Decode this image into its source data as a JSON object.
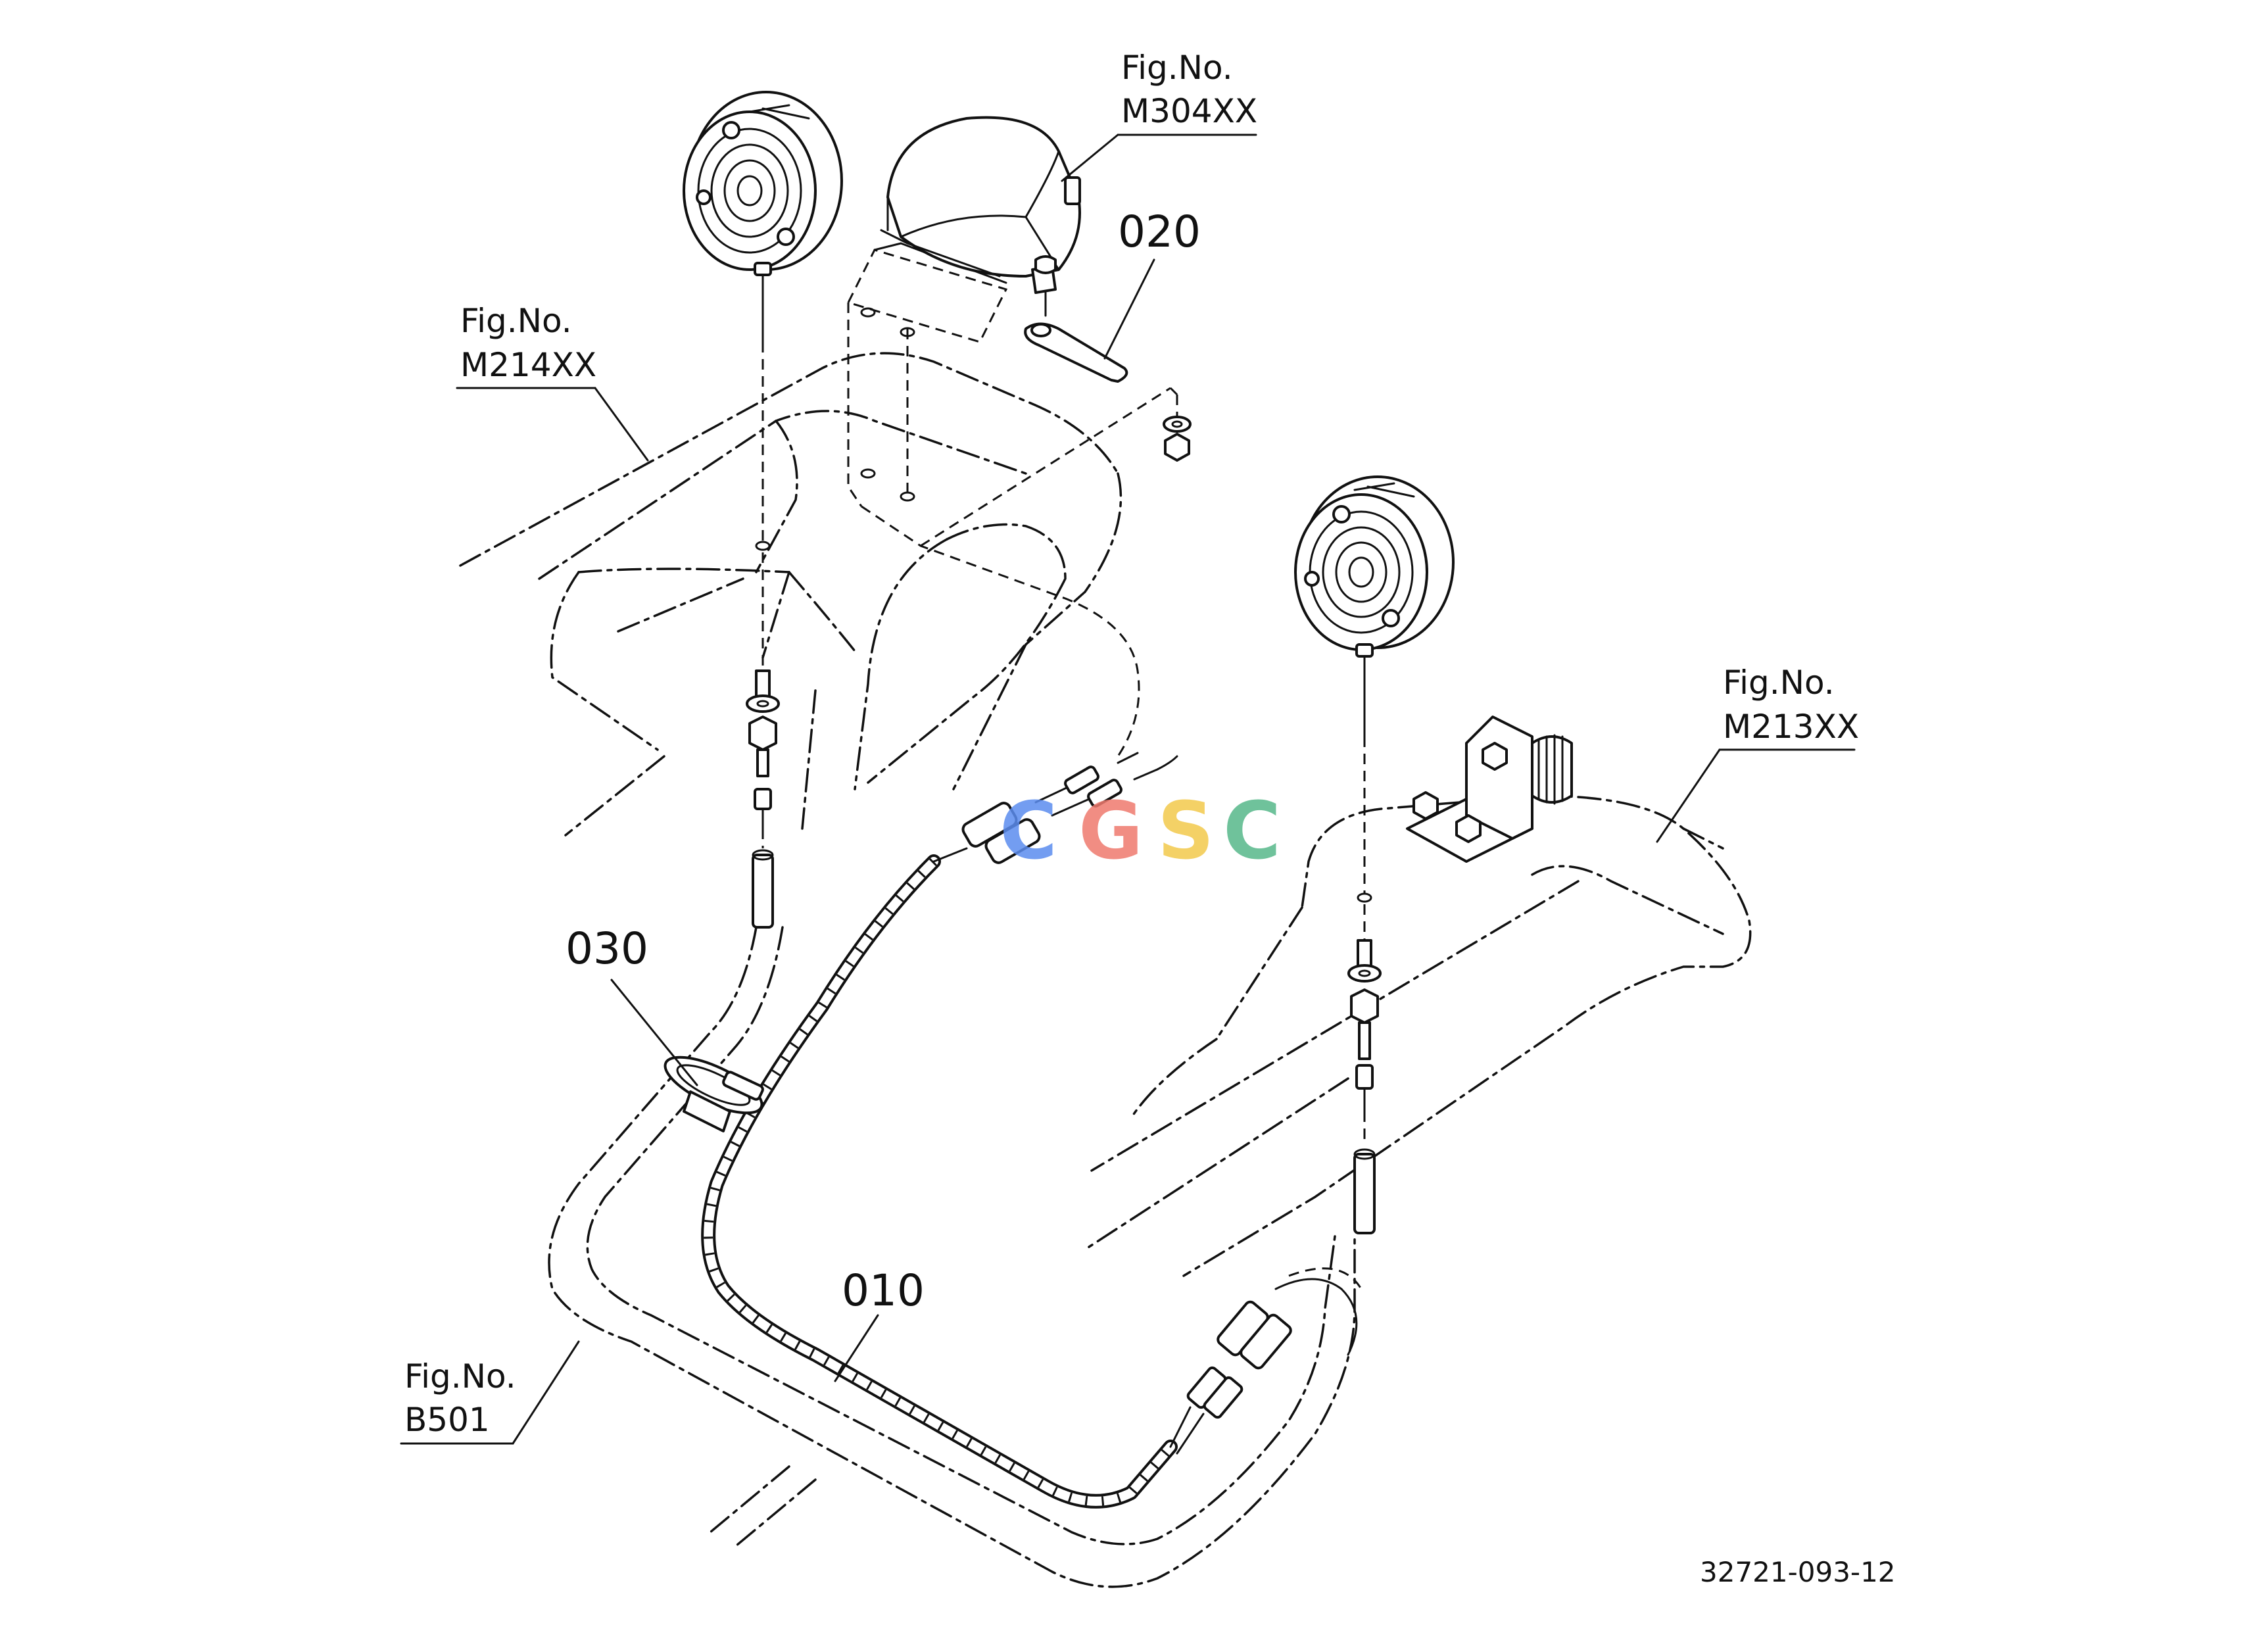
{
  "labels": {
    "fig_m304": {
      "line1": "Fig.No.",
      "line2": "M304XX"
    },
    "fig_m214": {
      "line1": "Fig.No.",
      "line2": "M214XX"
    },
    "fig_m213": {
      "line1": "Fig.No.",
      "line2": "M213XX"
    },
    "fig_b501": {
      "line1": "Fig.No.",
      "line2": "B501"
    },
    "part_020": "020",
    "part_030": "030",
    "part_010": "010",
    "drawing_code": "32721-093-12"
  },
  "watermark": {
    "text": "CGSC",
    "letters": [
      "C",
      "G",
      "S",
      "C"
    ],
    "colors": [
      "#5b8def",
      "#ef7a6e",
      "#f3c94c",
      "#56b88a"
    ]
  },
  "colors": {
    "line": "#111111",
    "background": "#ffffff"
  }
}
